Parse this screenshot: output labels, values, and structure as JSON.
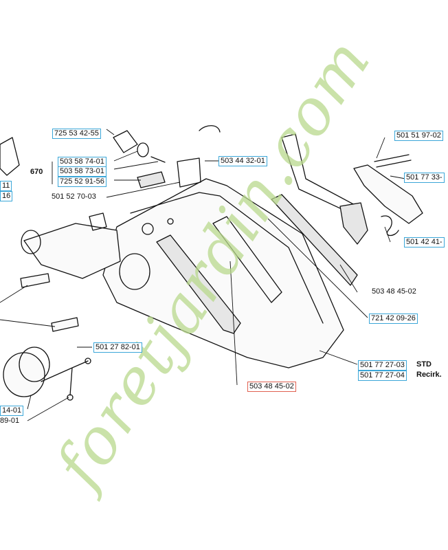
{
  "labels": {
    "p725_53_42_55": "725 53 42-55",
    "p503_58_74_01": "503 58 74-01",
    "p503_58_73_01": "503 58 73-01",
    "p725_52_91_56": "725 52 91-56",
    "p670": "670",
    "p501_52_70_03": "501 52 70-03",
    "p503_44_32_01": "503 44 32-01",
    "p501_51_97_02": "501 51 97-02",
    "p501_77_33": "501 77 33-",
    "p501_42_41": "501 42 41-",
    "p503_48_45_02_a": "503 48 45-02",
    "p721_42_09_26": "721 42 09-26",
    "p501_77_27_03": "501 77 27-03",
    "std": "STD",
    "p501_77_27_04": "501 77 27-04",
    "recirk": "Recirk.",
    "p501_27_82_01": "501 27 82-01",
    "p503_48_45_02_b": "503 48 45-02",
    "p14_01": "14-01",
    "p89_01": "89-01",
    "p11": "11",
    "p16": "16"
  },
  "watermark": {
    "text": "foretjardin.com",
    "color": "#b9d98d",
    "dot_color": "#f1c79a"
  },
  "colors": {
    "label_box": "#3aa6d8",
    "label_box_highlight": "#e06050",
    "line": "#111111"
  }
}
